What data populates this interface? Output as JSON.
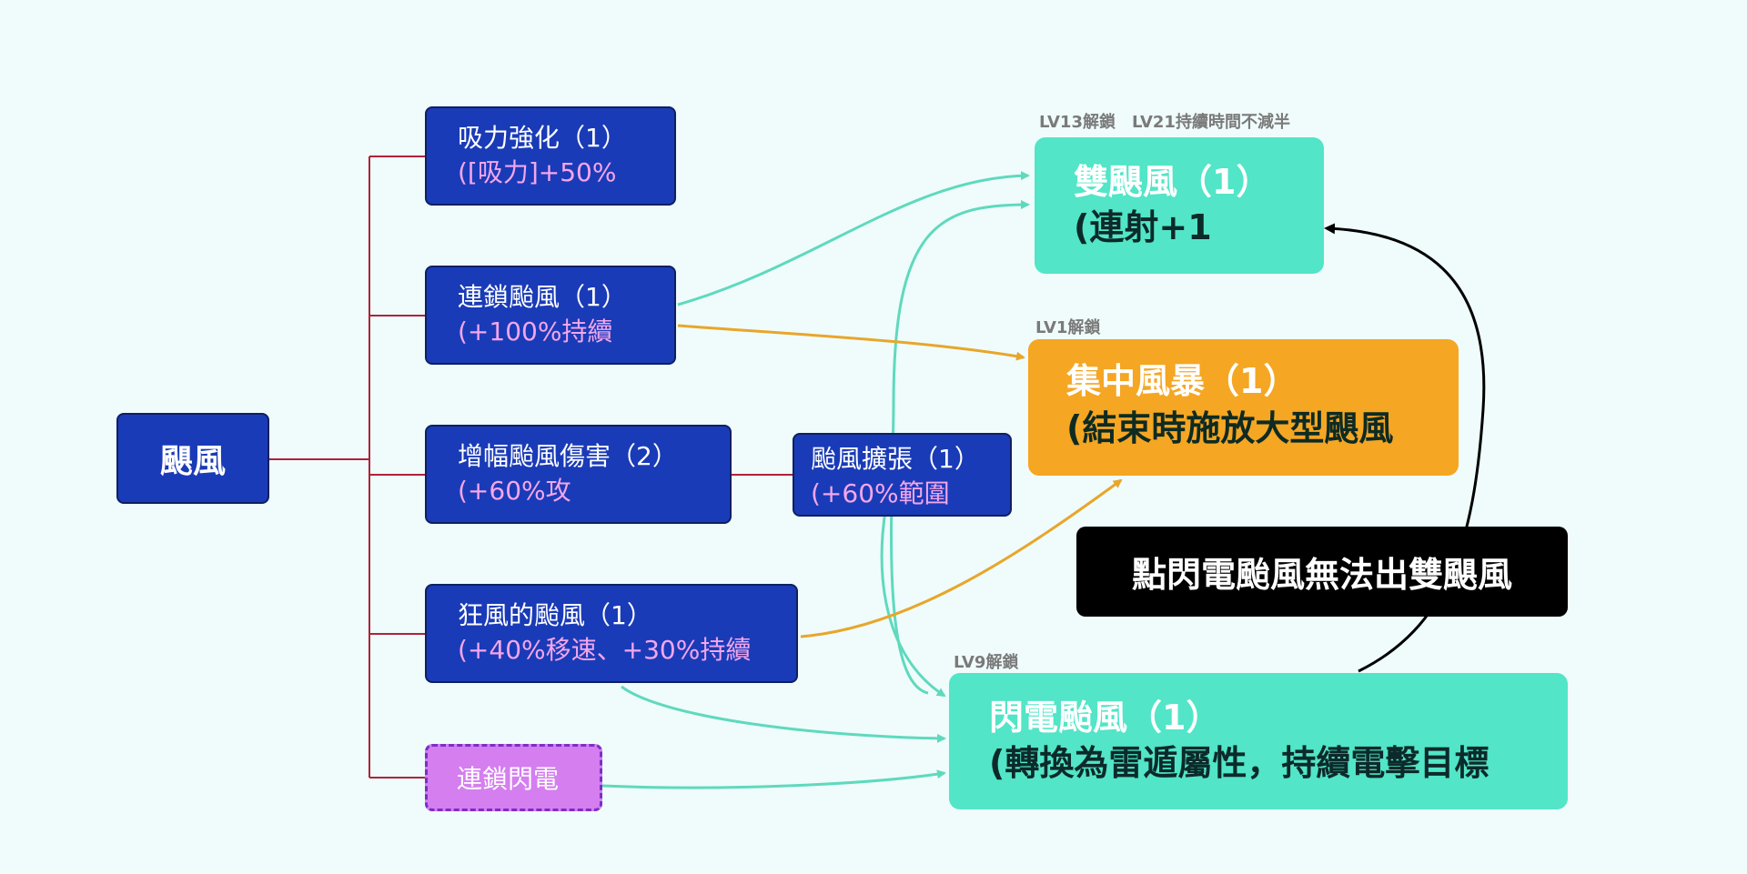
{
  "root": {
    "label": "颶風"
  },
  "branches": [
    {
      "title": "吸力強化（1）",
      "effect": "([吸力]+50%"
    },
    {
      "title": "連鎖颱風（1）",
      "effect": "(+100%持續"
    },
    {
      "title": "增幅颱風傷害（2）",
      "effect": "(+60%攻"
    },
    {
      "title": "狂風的颱風（1）",
      "effect": "(+40%移速、+30%持續"
    },
    {
      "title": "連鎖閃電"
    }
  ],
  "sub_branch": {
    "title": "颱風擴張（1）",
    "effect": "(+60%範圍"
  },
  "results": {
    "double": {
      "unlock": "LV13解鎖　LV21持續時間不減半",
      "title": "雙颶風（1）",
      "effect": "(連射+1"
    },
    "storm": {
      "unlock": "LV1解鎖",
      "title": "集中風暴（1）",
      "effect": "(結束時施放大型颶風"
    },
    "lightning": {
      "unlock": "LV9解鎖",
      "title": "閃電颱風（1）",
      "effect": "(轉換為雷遁屬性，持續電擊目標"
    }
  },
  "note": "點閃電颱風無法出雙颶風",
  "colors": {
    "background": "#effcfb",
    "node_dark": "#1a3bb7",
    "node_teal": "#52e5c7",
    "node_orange": "#f5a623",
    "node_dashed": "#d47ef0",
    "tree_line": "#b0223a",
    "arrow_teal": "#5fd9be",
    "arrow_orange": "#e8a62b",
    "arrow_black": "#000000"
  }
}
